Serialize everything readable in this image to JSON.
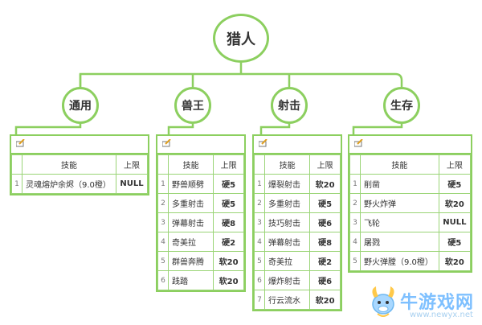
{
  "root": {
    "label": "猎人"
  },
  "categories": [
    {
      "label": "通用",
      "header": {
        "skill": "技能",
        "cap": "上限"
      },
      "rows": [
        {
          "no": "1",
          "skill": "灵魂熔炉余烬（9.0橙）",
          "cap": "NULL"
        }
      ]
    },
    {
      "label": "兽王",
      "header": {
        "skill": "技能",
        "cap": "上限"
      },
      "rows": [
        {
          "no": "1",
          "skill": "野兽顺劈",
          "cap": "硬5"
        },
        {
          "no": "2",
          "skill": "多重射击",
          "cap": "硬5"
        },
        {
          "no": "3",
          "skill": "弹幕射击",
          "cap": "硬8"
        },
        {
          "no": "4",
          "skill": "奇美拉",
          "cap": "硬2"
        },
        {
          "no": "5",
          "skill": "群兽奔腾",
          "cap": "软20"
        },
        {
          "no": "6",
          "skill": "践踏",
          "cap": "软20"
        }
      ]
    },
    {
      "label": "射击",
      "header": {
        "skill": "技能",
        "cap": "上限"
      },
      "rows": [
        {
          "no": "1",
          "skill": "爆裂射击",
          "cap": "软20"
        },
        {
          "no": "2",
          "skill": "多重射击",
          "cap": "硬5"
        },
        {
          "no": "3",
          "skill": "技巧射击",
          "cap": "硬6"
        },
        {
          "no": "4",
          "skill": "弹幕射击",
          "cap": "硬8"
        },
        {
          "no": "5",
          "skill": "奇美拉",
          "cap": "硬2"
        },
        {
          "no": "6",
          "skill": "爆炸射击",
          "cap": "硬6"
        },
        {
          "no": "7",
          "skill": "行云流水",
          "cap": "软20"
        }
      ]
    },
    {
      "label": "生存",
      "header": {
        "skill": "技能",
        "cap": "上限"
      },
      "rows": [
        {
          "no": "1",
          "skill": "削凿",
          "cap": "硬5"
        },
        {
          "no": "2",
          "skill": "野火炸弹",
          "cap": "软20"
        },
        {
          "no": "3",
          "skill": "飞轮",
          "cap": "NULL"
        },
        {
          "no": "4",
          "skill": "屠戮",
          "cap": "硬5"
        },
        {
          "no": "5",
          "skill": "野火弹膛（9.0橙）",
          "cap": "软20"
        }
      ]
    }
  ],
  "watermark": {
    "name": "牛游戏网",
    "url": "www.newyx.net"
  },
  "colors": {
    "accent": "#8ccf5f",
    "watermark": "#7ec0ff"
  },
  "icons": {
    "table_header": "edit-icon",
    "watermark": "cow-mascot-icon"
  }
}
